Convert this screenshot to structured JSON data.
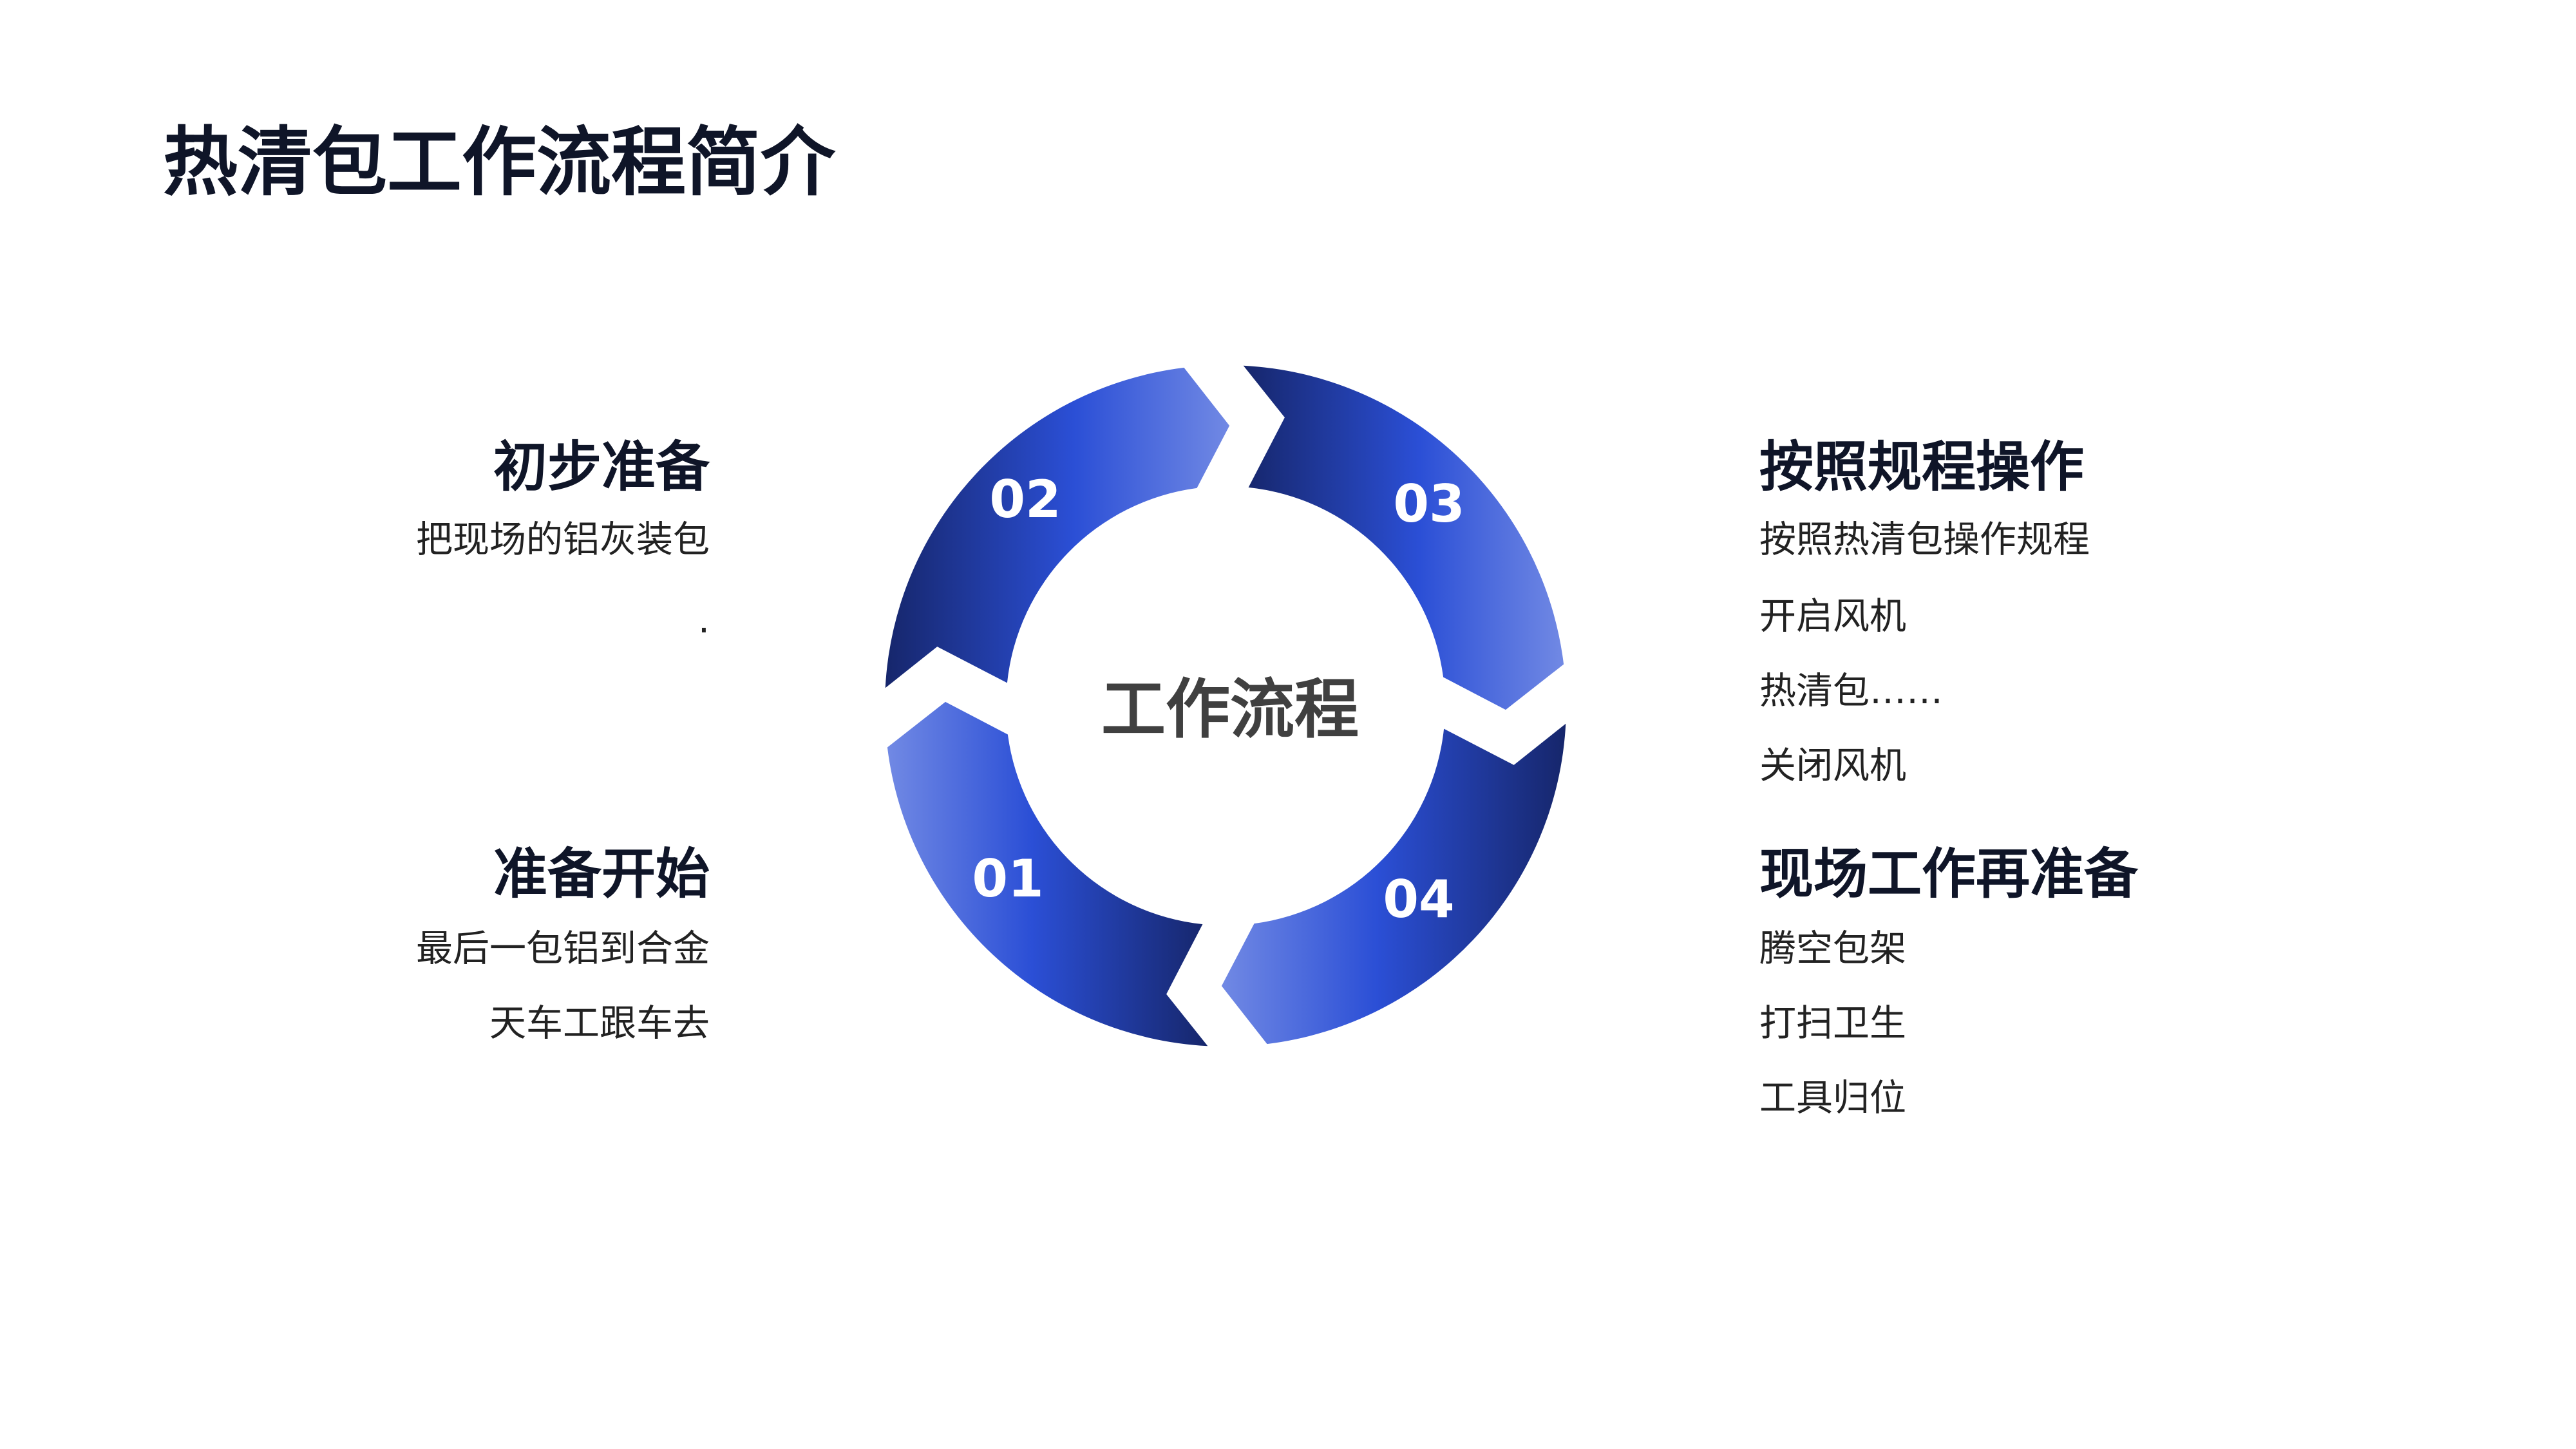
{
  "title": "热清包工作流程简介",
  "center_label": "工作流程",
  "steps": [
    {
      "number": "01",
      "heading": "准备开始",
      "lines": [
        "最后一包铝到合金",
        "天车工跟车去"
      ]
    },
    {
      "number": "02",
      "heading": "初步准备",
      "lines": [
        "把现场的铝灰装包",
        "."
      ]
    },
    {
      "number": "03",
      "heading": "按照规程操作",
      "lines": [
        "按照热清包操作规程",
        "开启风机",
        "热清包……",
        "关闭风机"
      ]
    },
    {
      "number": "04",
      "heading": "现场工作再准备",
      "lines": [
        "腾空包架",
        "打扫卫生",
        "工具归位"
      ]
    }
  ],
  "colors": {
    "dark": "#16266b",
    "mid": "#2b4fd6",
    "light": "#7189e4",
    "text": "#0f1528"
  }
}
